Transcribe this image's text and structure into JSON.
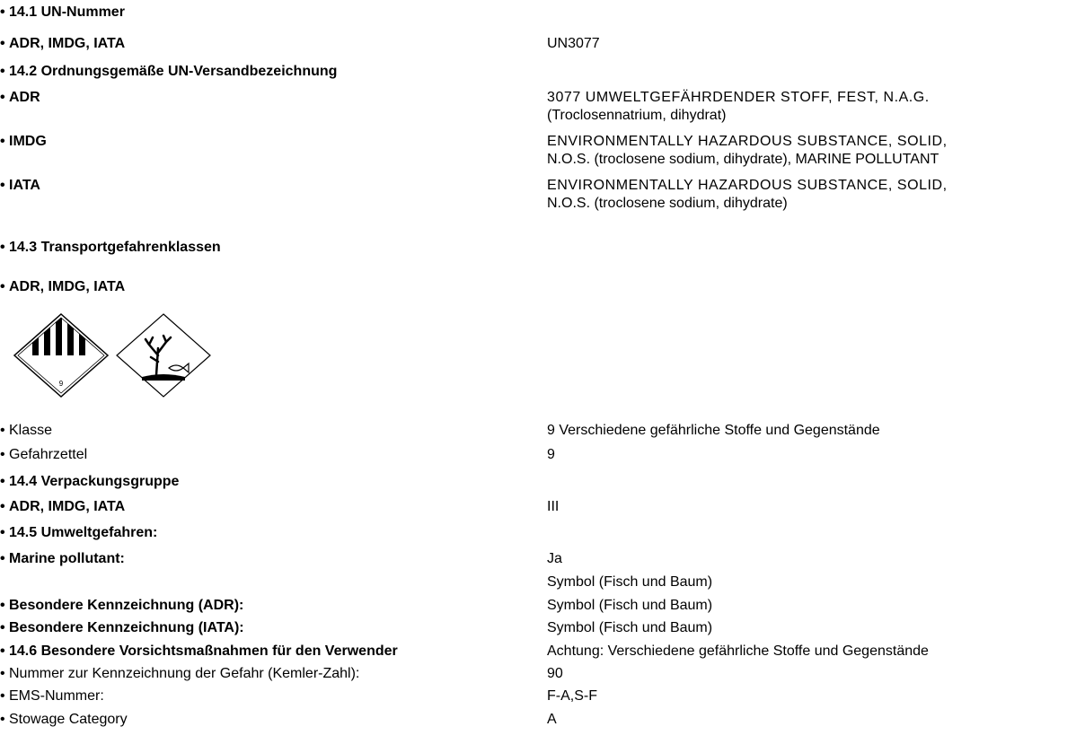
{
  "bullet": "•",
  "rows": [
    {
      "label": "14.1 UN-Nummer"
    },
    {
      "label": "ADR, IMDG, IATA",
      "value": "UN3077"
    },
    {
      "label": "14.2 Ordnungsgemäße UN-Versandbezeichnung"
    },
    {
      "label": "ADR",
      "value": "3077 UMWELTGEFÄHRDENDER STOFF, FEST, N.A.G.",
      "value2": "(Troclosennatrium, dihydrat)"
    },
    {
      "label": "IMDG",
      "value": "ENVIRONMENTALLY HAZARDOUS SUBSTANCE, SOLID,",
      "value2": "N.O.S. (troclosene sodium, dihydrate), MARINE POLLUTANT"
    },
    {
      "label": "IATA",
      "value": "ENVIRONMENTALLY HAZARDOUS SUBSTANCE, SOLID,",
      "value2": "N.O.S. (troclosene sodium, dihydrate)"
    },
    {
      "label": "14.3 Transportgefahrenklassen"
    },
    {
      "label": "ADR, IMDG, IATA"
    },
    {
      "label": "Klasse",
      "value": "9 Verschiedene gefährliche Stoffe und Gegenstände"
    },
    {
      "label": "Gefahrzettel",
      "value": "9"
    },
    {
      "label": "14.4 Verpackungsgruppe"
    },
    {
      "label": "ADR, IMDG, IATA",
      "value": "III"
    },
    {
      "label": "14.5 Umweltgefahren:"
    },
    {
      "label": "Marine pollutant:",
      "value": "Ja",
      "value2": "Symbol (Fisch und Baum)"
    },
    {
      "label": "Besondere Kennzeichnung (ADR):",
      "value": "Symbol (Fisch und Baum)"
    },
    {
      "label": "Besondere Kennzeichnung (IATA):",
      "value": "Symbol (Fisch und Baum)"
    },
    {
      "label": "14.6 Besondere Vorsichtsmaßnahmen für den Verwender",
      "value": "Achtung: Verschiedene gefährliche Stoffe und Gegenstände"
    },
    {
      "label": "Nummer zur Kennzeichnung der Gefahr (Kemler-Zahl):",
      "value": "90"
    },
    {
      "label": "EMS-Nummer:",
      "value": "F-A,S-F"
    },
    {
      "label": "Stowage Category",
      "value": "A"
    }
  ],
  "pictograms": {
    "class9_number": "9",
    "items": [
      {
        "icon": "class-9-hazard-label-icon"
      },
      {
        "icon": "environmental-hazard-fish-tree-icon"
      }
    ]
  }
}
